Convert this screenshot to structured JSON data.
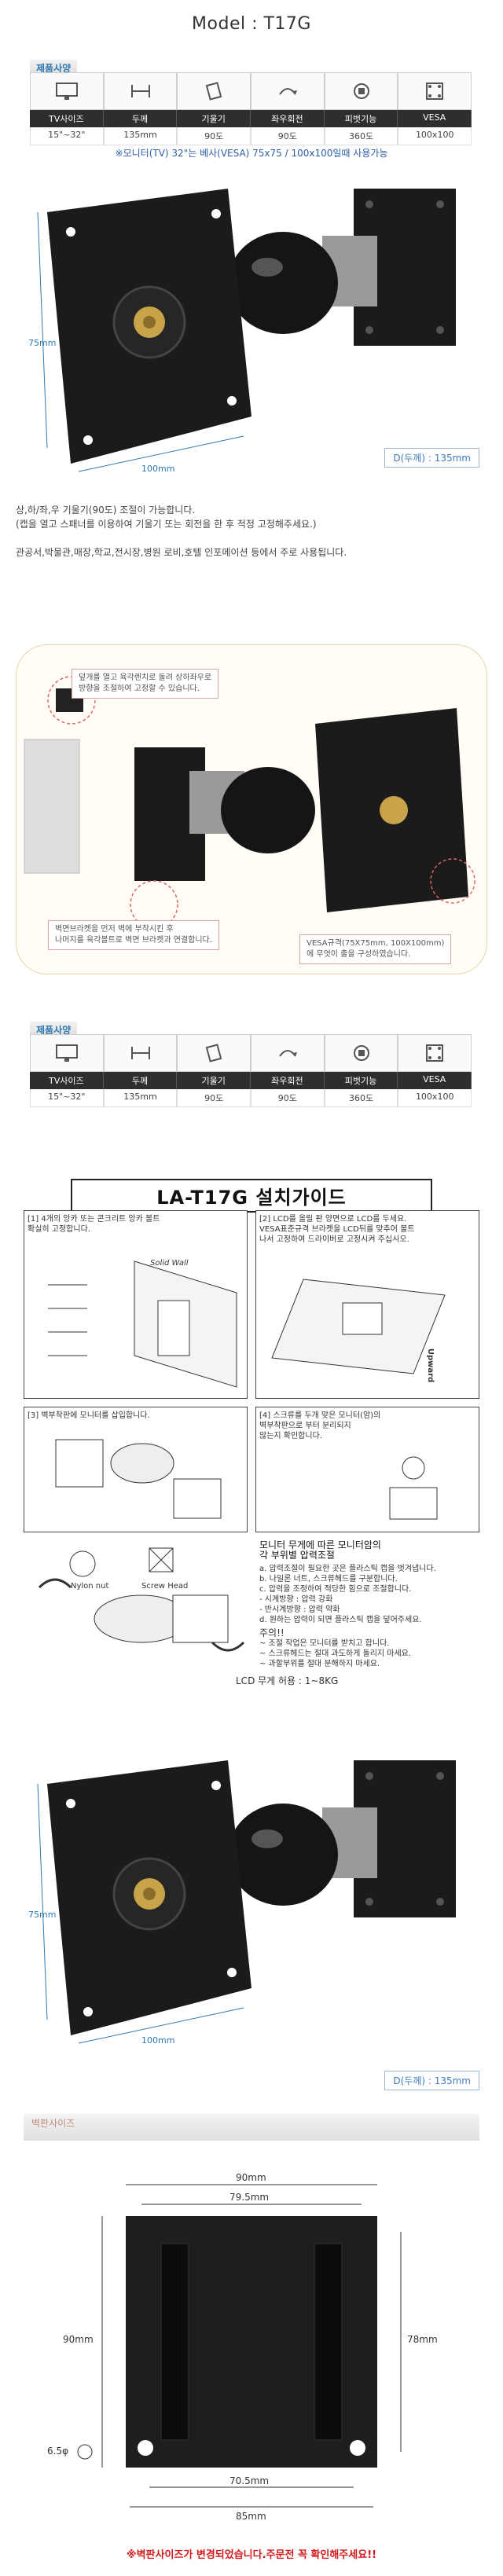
{
  "model": {
    "title": "Model : T17G"
  },
  "specs": {
    "section_label": "제품사양",
    "headers": [
      "TV사이즈",
      "두께",
      "기울기",
      "좌우회전",
      "피벗기능",
      "VESA"
    ],
    "values": [
      "15\"~32\"",
      "135mm",
      "90도",
      "90도",
      "360도",
      "100x100"
    ],
    "note": "※모니터(TV) 32\"는 베사(VESA) 75x75 / 100x100일때 사용가능"
  },
  "photo1": {
    "dim_vertical": "75mm",
    "dim_horizontal": "100mm",
    "depth": "D(두께) : 135mm"
  },
  "description": {
    "line1": "상,하/좌,우 기울기(90도) 조절이 가능합니다.",
    "line2": "(캡을 열고 스패너를 이용하여 기울기 또는 회전을 한 후 적정 고정해주세요.)",
    "line3": "관공서,박물관,매장,학교,전시장,병원 로비,호텔 인포메이션 등에서 주로 사용됩니다."
  },
  "callouts": {
    "top_line1": "덮개를 열고 육각렌치로 돌려 상하좌우로",
    "top_line2": "방향을 조절하여 고정할 수 있습니다.",
    "left_line1": "벽면브라켓을 먼저 벽에 부착시킨 후",
    "left_line2": "나머지를 육각볼트로 벽면 브라켓과 연결합니다.",
    "right_line1": "VESA규격(75X75mm, 100X100mm)",
    "right_line2": "에 무엇이 출을 구성하였습니다."
  },
  "guide": {
    "title": "LA-T17G 설치가이드",
    "step1_line1": "[1] 4개의 앙카 또는 콘크리트 앙카 볼트",
    "step1_line2": "확실히 고정합니다.",
    "step2_line1": "[2] LCD를 올릴 판 양면으로 LCD를 두세요.",
    "step2_line2": "VESA표준규격 브라켓을 LCD뒤를 맞추어 볼트",
    "step2_line3": "나서 고정하여 드라이버로 고정시켜 주십시오.",
    "wall_label": "Solid Wall",
    "upward_label": "Upward",
    "step3": "[3] 벽부착판에 모니터를 삽입합니다.",
    "step4_line1": "[4] 스크류를 두개 맞은 모니터(암)의",
    "step4_line2": "벽부착판으로 부터 분리되지",
    "step4_line3": "않는지 확인합니다.",
    "weight_title1": "모니터 무게에 따른 모니터암의",
    "weight_title2": "각 부위별 압력조절",
    "nylon_label": "Nylon nut",
    "screw_label": "Screw Head",
    "inst1": "a. 압력조절이 필요한 곳은 플라스틱 캡을 벗겨냅니다.",
    "inst2": "b. 나일론 너트, 스크류헤드를 구분합니다.",
    "inst3": "c. 압력을 조정하여 적당한 힘으로 조절합니다.",
    "inst4": "- 시계방향 : 압력 강화",
    "inst5": "- 반시계방향 : 압력 약화",
    "inst6": "d. 원하는 압력이 되면 플라스틱 캡을 덮어주세요.",
    "caution_title": "주의!!",
    "caution1": "~ 조절 작업은 모니터를 받치고 합니다.",
    "caution2": "~ 스크류헤드는 절대 과도하게 돌리지 마세요.",
    "caution3": "~ 과할부위를 절대 분해하지 마세요.",
    "lcd_weight": "LCD 무게 허용 : 1~8KG"
  },
  "photo2": {
    "dim_vertical": "75mm",
    "dim_horizontal": "100mm",
    "depth": "D(두께) : 135mm"
  },
  "wall_plate": {
    "section_label": "벽판사이즈",
    "w_outer": "90mm",
    "w_inner": "79.5mm",
    "h_outer": "90mm",
    "h_inner": "78mm",
    "hole": "6.5φ",
    "bottom_inner": "70.5mm",
    "bottom_outer": "85mm",
    "note": "※벽판사이즈가 변경되었습니다.주문전 꼭 확인해주세요!!"
  },
  "colors": {
    "accent_blue": "#2d78b4",
    "note_red": "#d4191b",
    "bracket_black": "#1b1b1b"
  }
}
